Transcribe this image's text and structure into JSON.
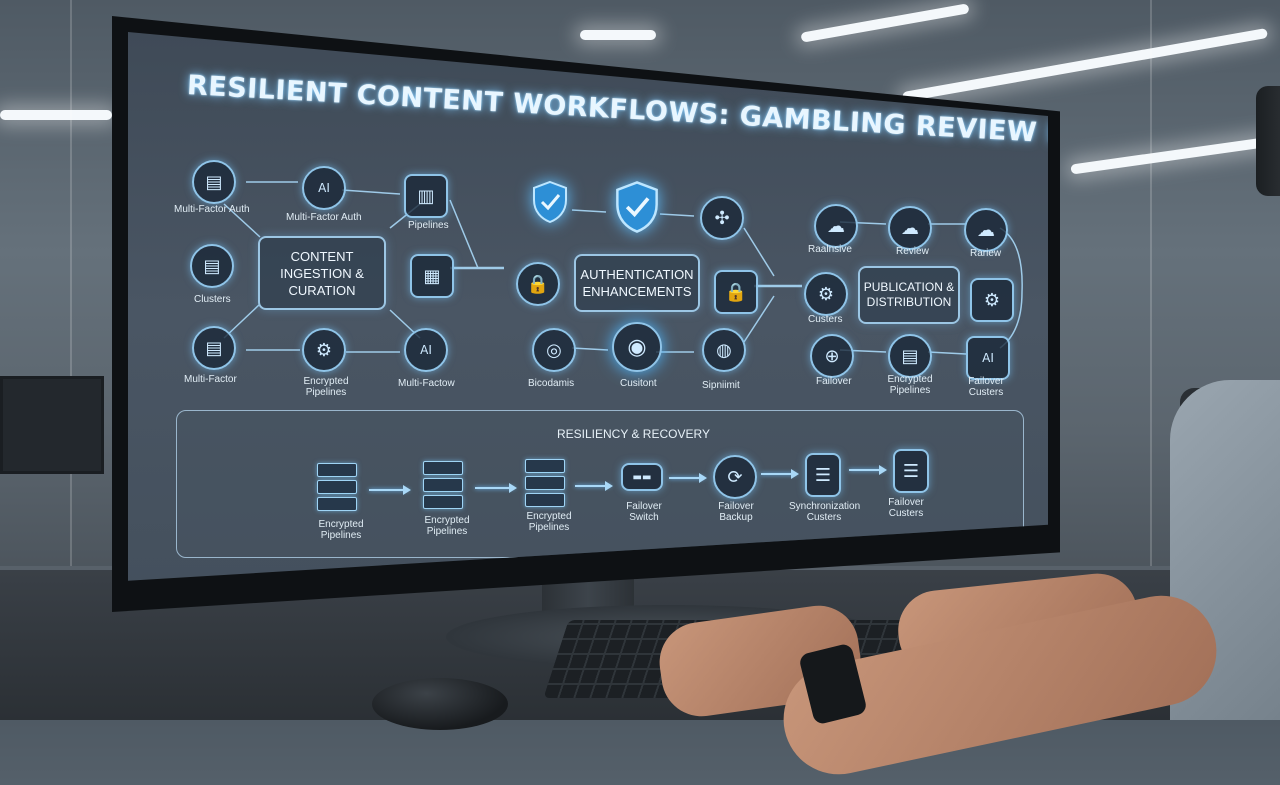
{
  "diagram": {
    "title": "RESILIENT CONTENT WORKFLOWS: GAMBLING REVIEW NETWORKS",
    "ingestion": {
      "box_label": "CONTENT INGESTION & CURATION",
      "nodes": [
        "Multi-Factor Auth",
        "Multi-Factor Auth",
        "Pipelines",
        "Clusters",
        "Multi-Factor",
        "Encrypted Pipelines",
        "Multi-Factow"
      ]
    },
    "authentication": {
      "box_label": "AUTHENTICATION ENHANCEMENTS",
      "nodes": [
        "Bicodamis",
        "Cusitont",
        "Sipniimit"
      ]
    },
    "publication": {
      "box_label": "PUBLICATION & DISTRIBUTION",
      "nodes": [
        "Raalnsive",
        "Review",
        "Rariew",
        "Custers",
        "Failover",
        "Encrypted Pipelines",
        "Failover Custers"
      ]
    },
    "recovery": {
      "title": "RESILIENCY & RECOVERY",
      "nodes": [
        "Encrypted Pipelines",
        "Encrypted Pipelines",
        "Encrypted Pipelines",
        "Failover Switch",
        "Failover Backup",
        "Synchronization Custers",
        "Failover Custers"
      ]
    }
  },
  "icons": {
    "document": "document-icon",
    "ai_chip": "ai-chip-icon",
    "gear": "gear-icon",
    "lock": "lock-icon",
    "shield": "shield-check-icon",
    "fingerprint": "fingerprint-icon",
    "cloud": "cloud-icon",
    "server": "server-rack-icon",
    "database": "database-icon"
  },
  "colors": {
    "glow": "#7cc9ff",
    "screen": "#44505d",
    "line": "#a9d8f7"
  }
}
